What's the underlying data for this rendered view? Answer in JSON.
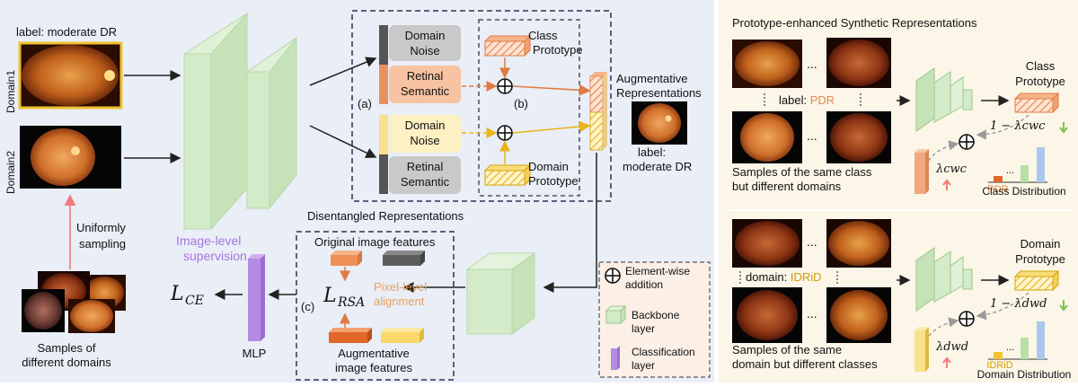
{
  "left": {
    "top_label": "label: moderate DR",
    "domain1": "Domain1",
    "domain2": "Domain2",
    "sampling": [
      "Uniformly",
      "sampling"
    ],
    "samples_caption": [
      "Samples of",
      "different domains"
    ],
    "noise_top": [
      "Domain",
      "Noise"
    ],
    "semantic_top": [
      "Retinal",
      "Semantic"
    ],
    "noise_bottom": [
      "Domain",
      "Noise"
    ],
    "semantic_bottom": [
      "Retinal",
      "Semantic"
    ],
    "marker_a": "(a)",
    "marker_b": "(b)",
    "marker_c": "(c)",
    "class_prototype": [
      "Class",
      "Prototype"
    ],
    "domain_prototype": [
      "Domain",
      "Prototype"
    ],
    "augmentative": [
      "Augmentative",
      "Representations"
    ],
    "aug_label": [
      "label:",
      "moderate DR"
    ],
    "disentangled": "Disentangled Representations",
    "original_features": "Original image features",
    "aug_features": [
      "Augmentative",
      "image features"
    ],
    "pixel_align": [
      "Pixel-level",
      "alignment"
    ],
    "image_supervision": [
      "Image-level",
      "supervision"
    ],
    "loss_rsa_main": "L",
    "loss_rsa_sub": "RSA",
    "loss_ce_main": "L",
    "loss_ce_sub": "CE",
    "mlp": "MLP"
  },
  "legend": {
    "elementwise": [
      "Element-wise",
      "addition"
    ],
    "backbone": [
      "Backbone",
      "layer"
    ],
    "classification": [
      "Classification",
      "layer"
    ]
  },
  "right": {
    "title": "Prototype-enhanced Synthetic Representations",
    "label_prefix": "label: ",
    "label_value": "PDR",
    "caption_top": [
      "Samples of the same class",
      "but different domains"
    ],
    "class_prototype": [
      "Class",
      "Prototype"
    ],
    "formula_c": "1 − λcwc",
    "lambda_c": "λcwc",
    "pdr_small": "PDR",
    "class_dist": "Class Distribution",
    "domain_prefix": "domain: ",
    "domain_value": "IDRiD",
    "caption_bottom": [
      "Samples of the same",
      "domain but different classes"
    ],
    "domain_prototype": [
      "Domain",
      "Prototype"
    ],
    "formula_d": "1 − λdwd",
    "lambda_d": "λdwd",
    "idrid_small": "IDRiD",
    "domain_dist": "Domain Distribution",
    "dots": "..."
  },
  "colors": {
    "left_bg": "#e9eef7",
    "right_bg": "#fbf6e7",
    "green": "#d3ebc9",
    "orange": "#f2a77d",
    "yellow": "#fbe08d",
    "gray": "#c9c9c9",
    "arrow_orange": "#e07b42",
    "arrow_yellow": "#e9b418",
    "pink": "#f27a7a",
    "purple": "#b58be4",
    "gold": "#d49a00"
  }
}
